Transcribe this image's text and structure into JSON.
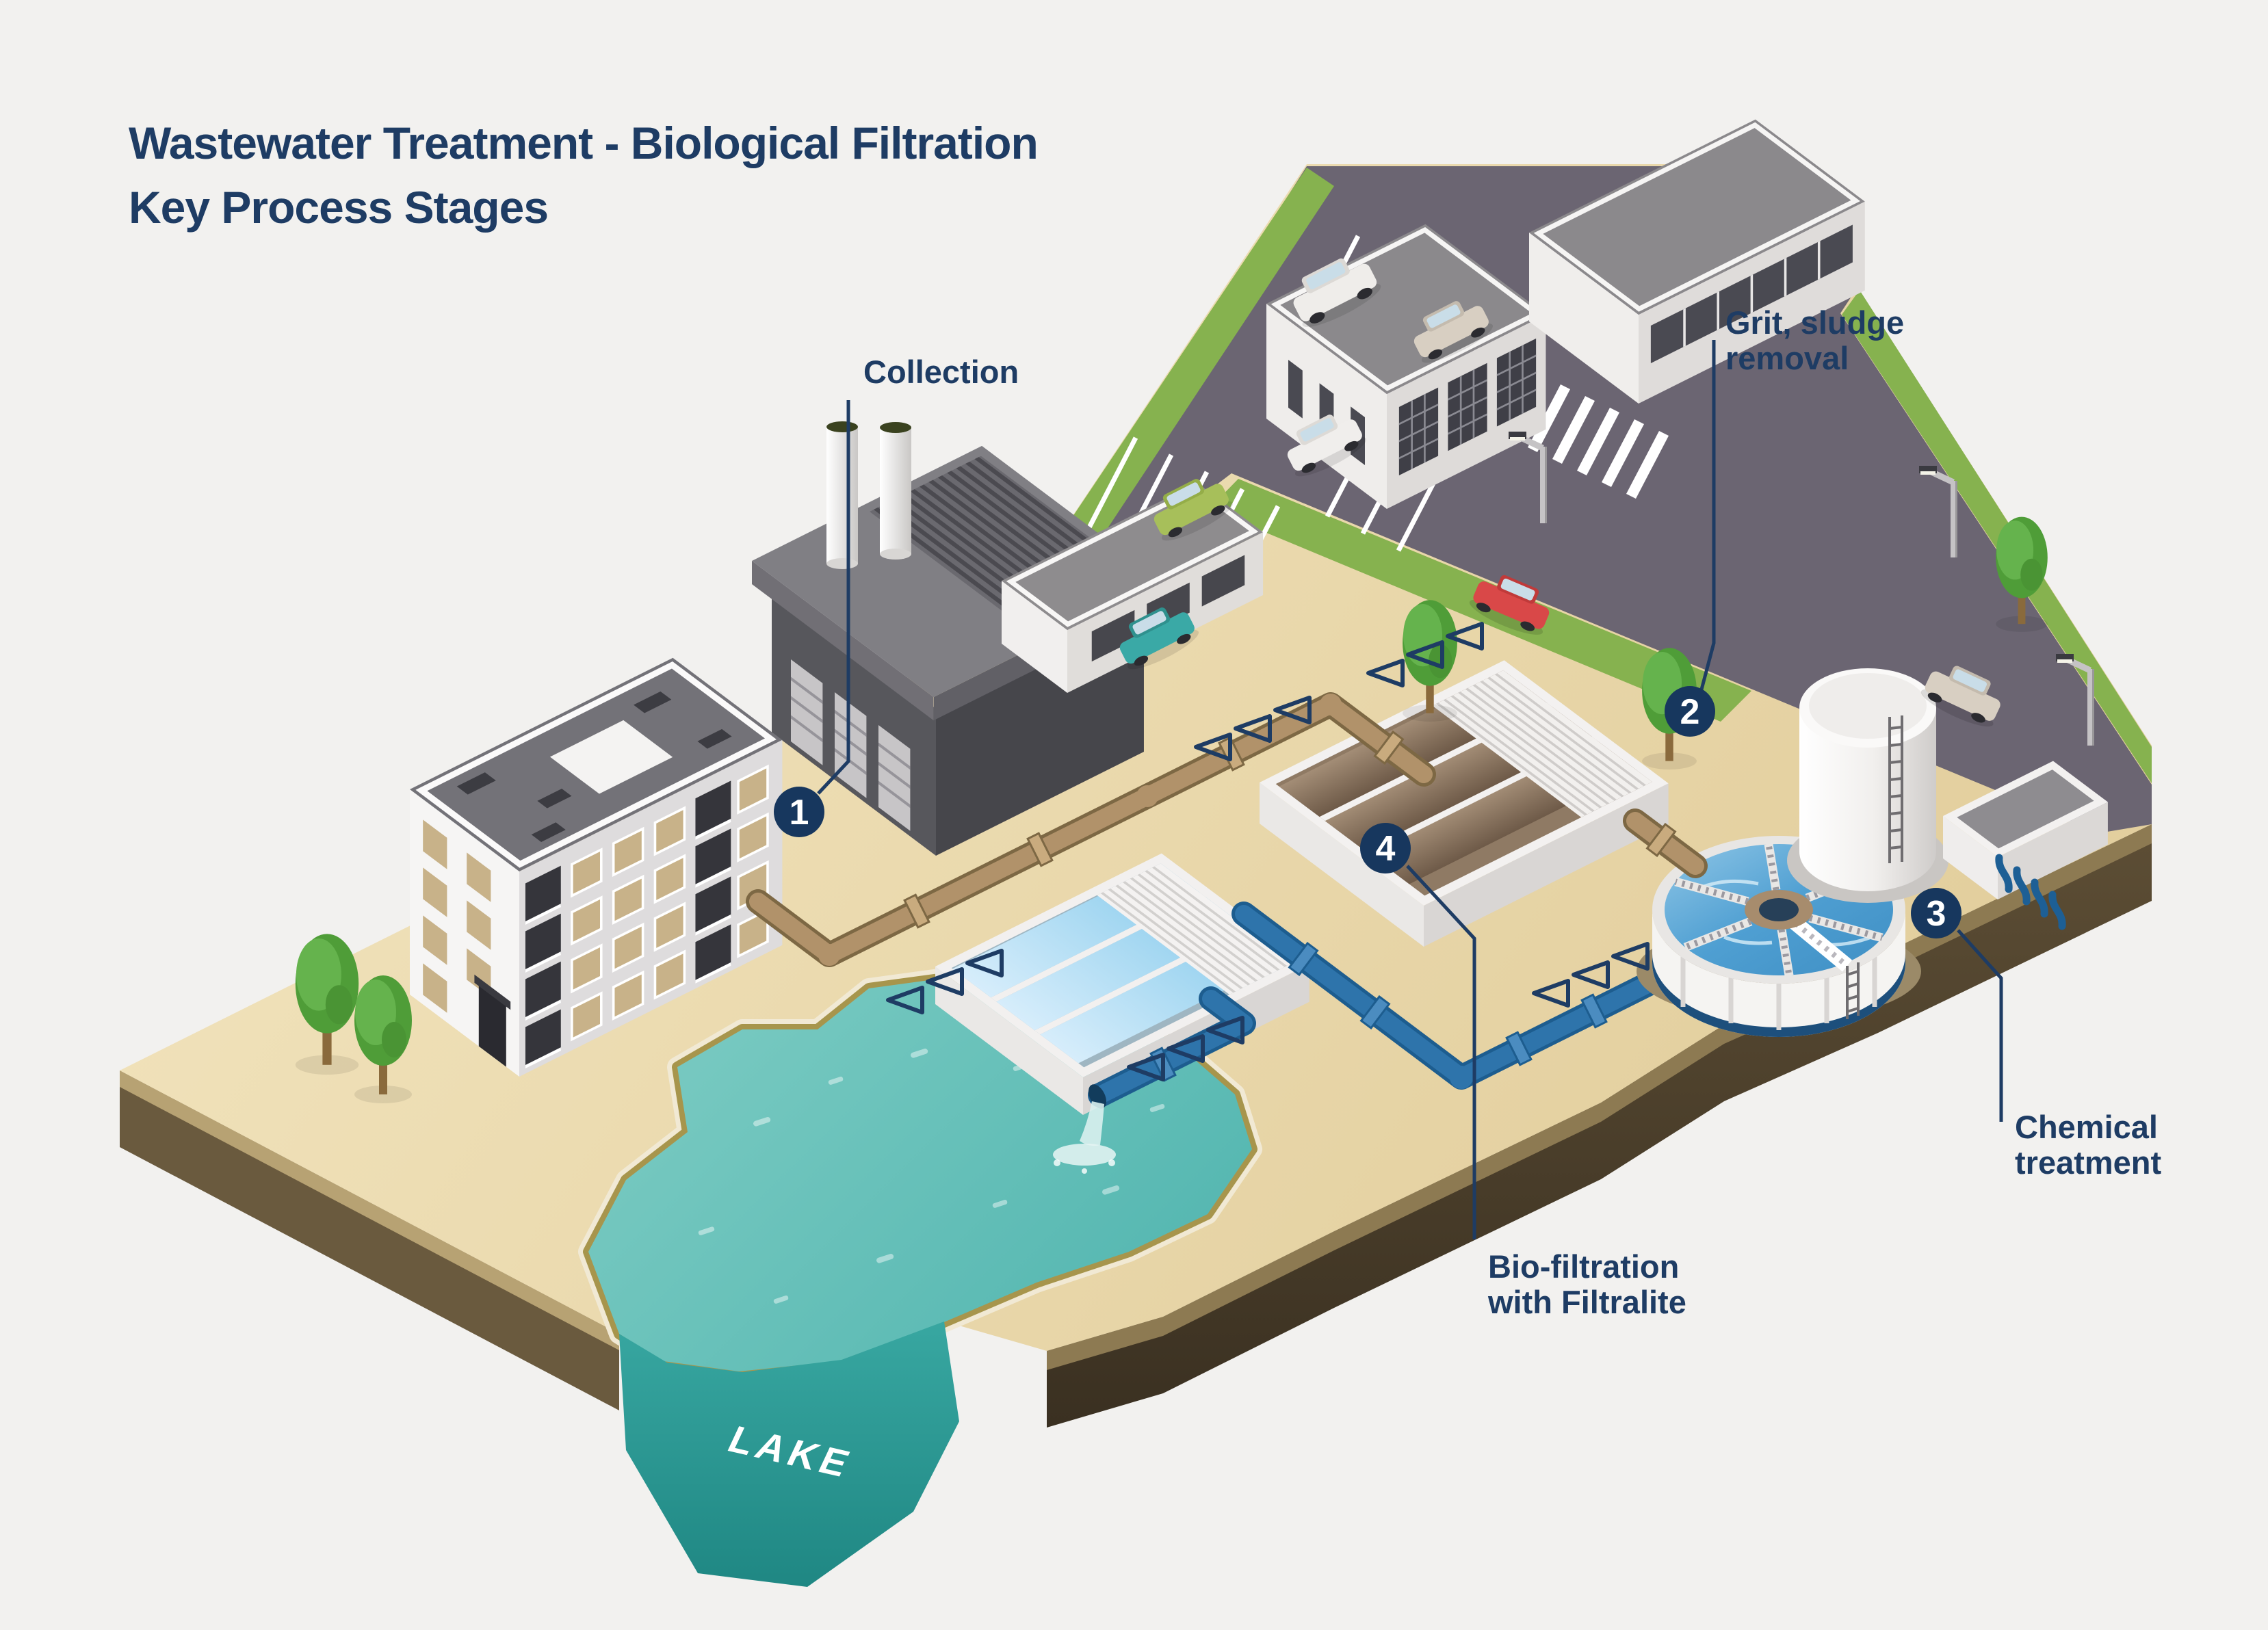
{
  "title": {
    "line1": "Wastewater Treatment  - Biological Filtration",
    "line2": "Key Process Stages"
  },
  "scene": {
    "lake_label": "LAKE"
  },
  "stages": [
    {
      "number": "1",
      "line1": "Collection",
      "line2": ""
    },
    {
      "number": "2",
      "line1": "Grit, sludge",
      "line2": "removal"
    },
    {
      "number": "3",
      "line1": "Chemical",
      "line2": "treatment"
    },
    {
      "number": "4",
      "line1": "Bio-filtration",
      "line2": "with Filtralite"
    }
  ],
  "palette": {
    "background": "#f2f1ef",
    "accent_navy": "#1e3c64",
    "marker_navy": "#17375e",
    "land_tan": "#ead8ac",
    "earth_dark": "#4a3d2a",
    "road_gray": "#6b6572",
    "grass_green": "#86b24f",
    "lake_teal": "#5fbfb8",
    "pipe_brown": "#b1926a",
    "pipe_blue": "#2e74ab",
    "water_light_blue": "#a8dcf4"
  }
}
